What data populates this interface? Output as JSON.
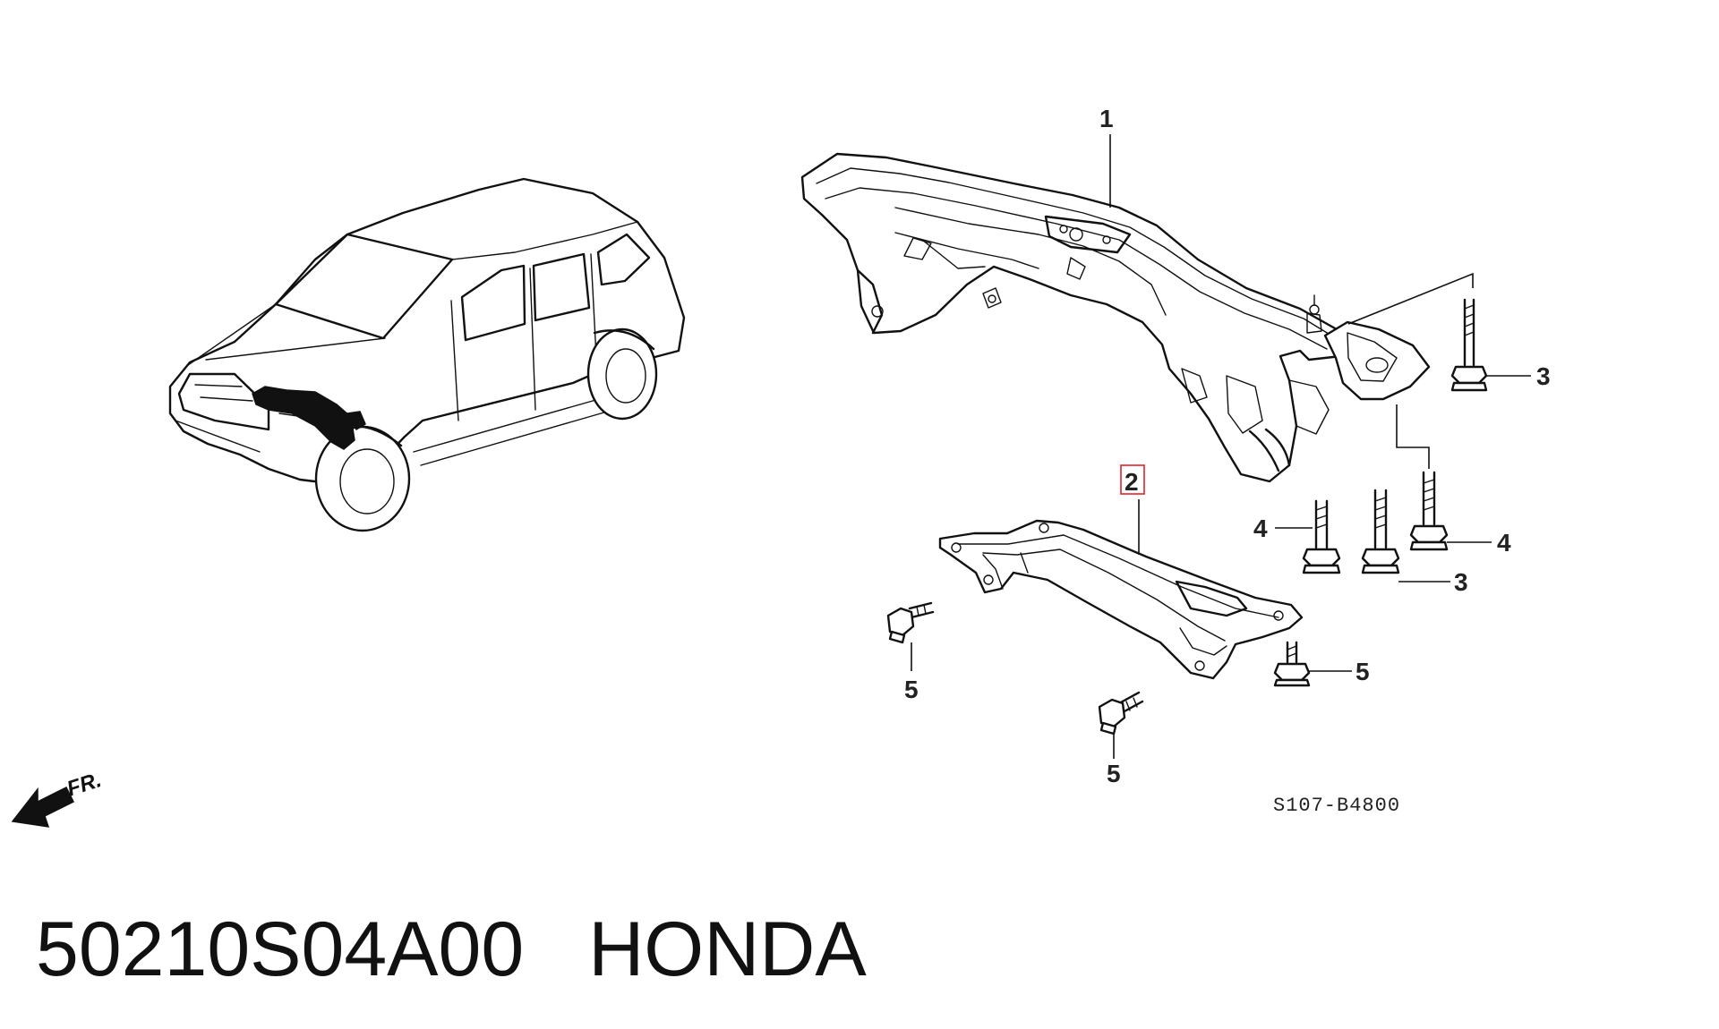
{
  "callouts": {
    "c1": "1",
    "c2": "2",
    "c3a": "3",
    "c3b": "3",
    "c4a": "4",
    "c4b": "4",
    "c5a": "5",
    "c5b": "5",
    "c5c": "5"
  },
  "front_label": "FR.",
  "diagram_code": "S107-B4800",
  "caption": {
    "part_number": "50210S04A00",
    "brand": "HONDA"
  },
  "highlight_color": "#e0242a"
}
